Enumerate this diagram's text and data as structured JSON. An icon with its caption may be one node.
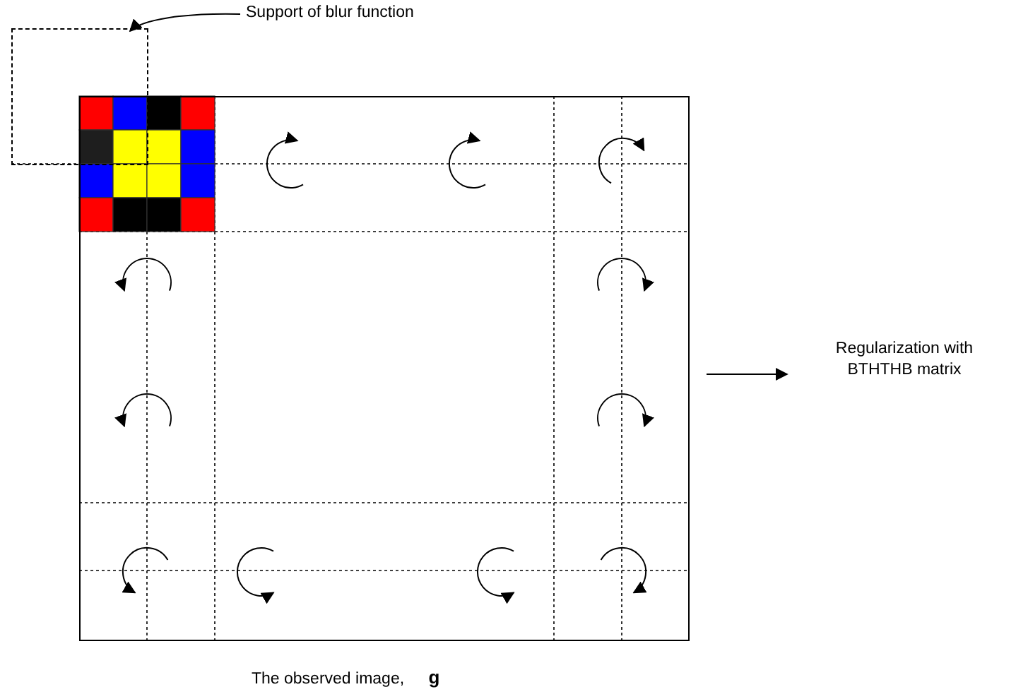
{
  "diagram": {
    "nodes": [
      {
        "text": [
          "Support of blur function"
        ]
      },
      {
        "text": [],
        "shape": "box"
      },
      {
        "text": [],
        "shape": "box",
        "beside": [
          "The observed image, **g**"
        ]
      },
      {
        "text": [
          "Regularization with BTHTHB matrix"
        ]
      }
    ],
    "edges": [
      {
        "from": 0,
        "to": 1,
        "arrow": "to"
      },
      {
        "from": 2,
        "to": 3,
        "arrow": "to"
      }
    ]
  }
}
